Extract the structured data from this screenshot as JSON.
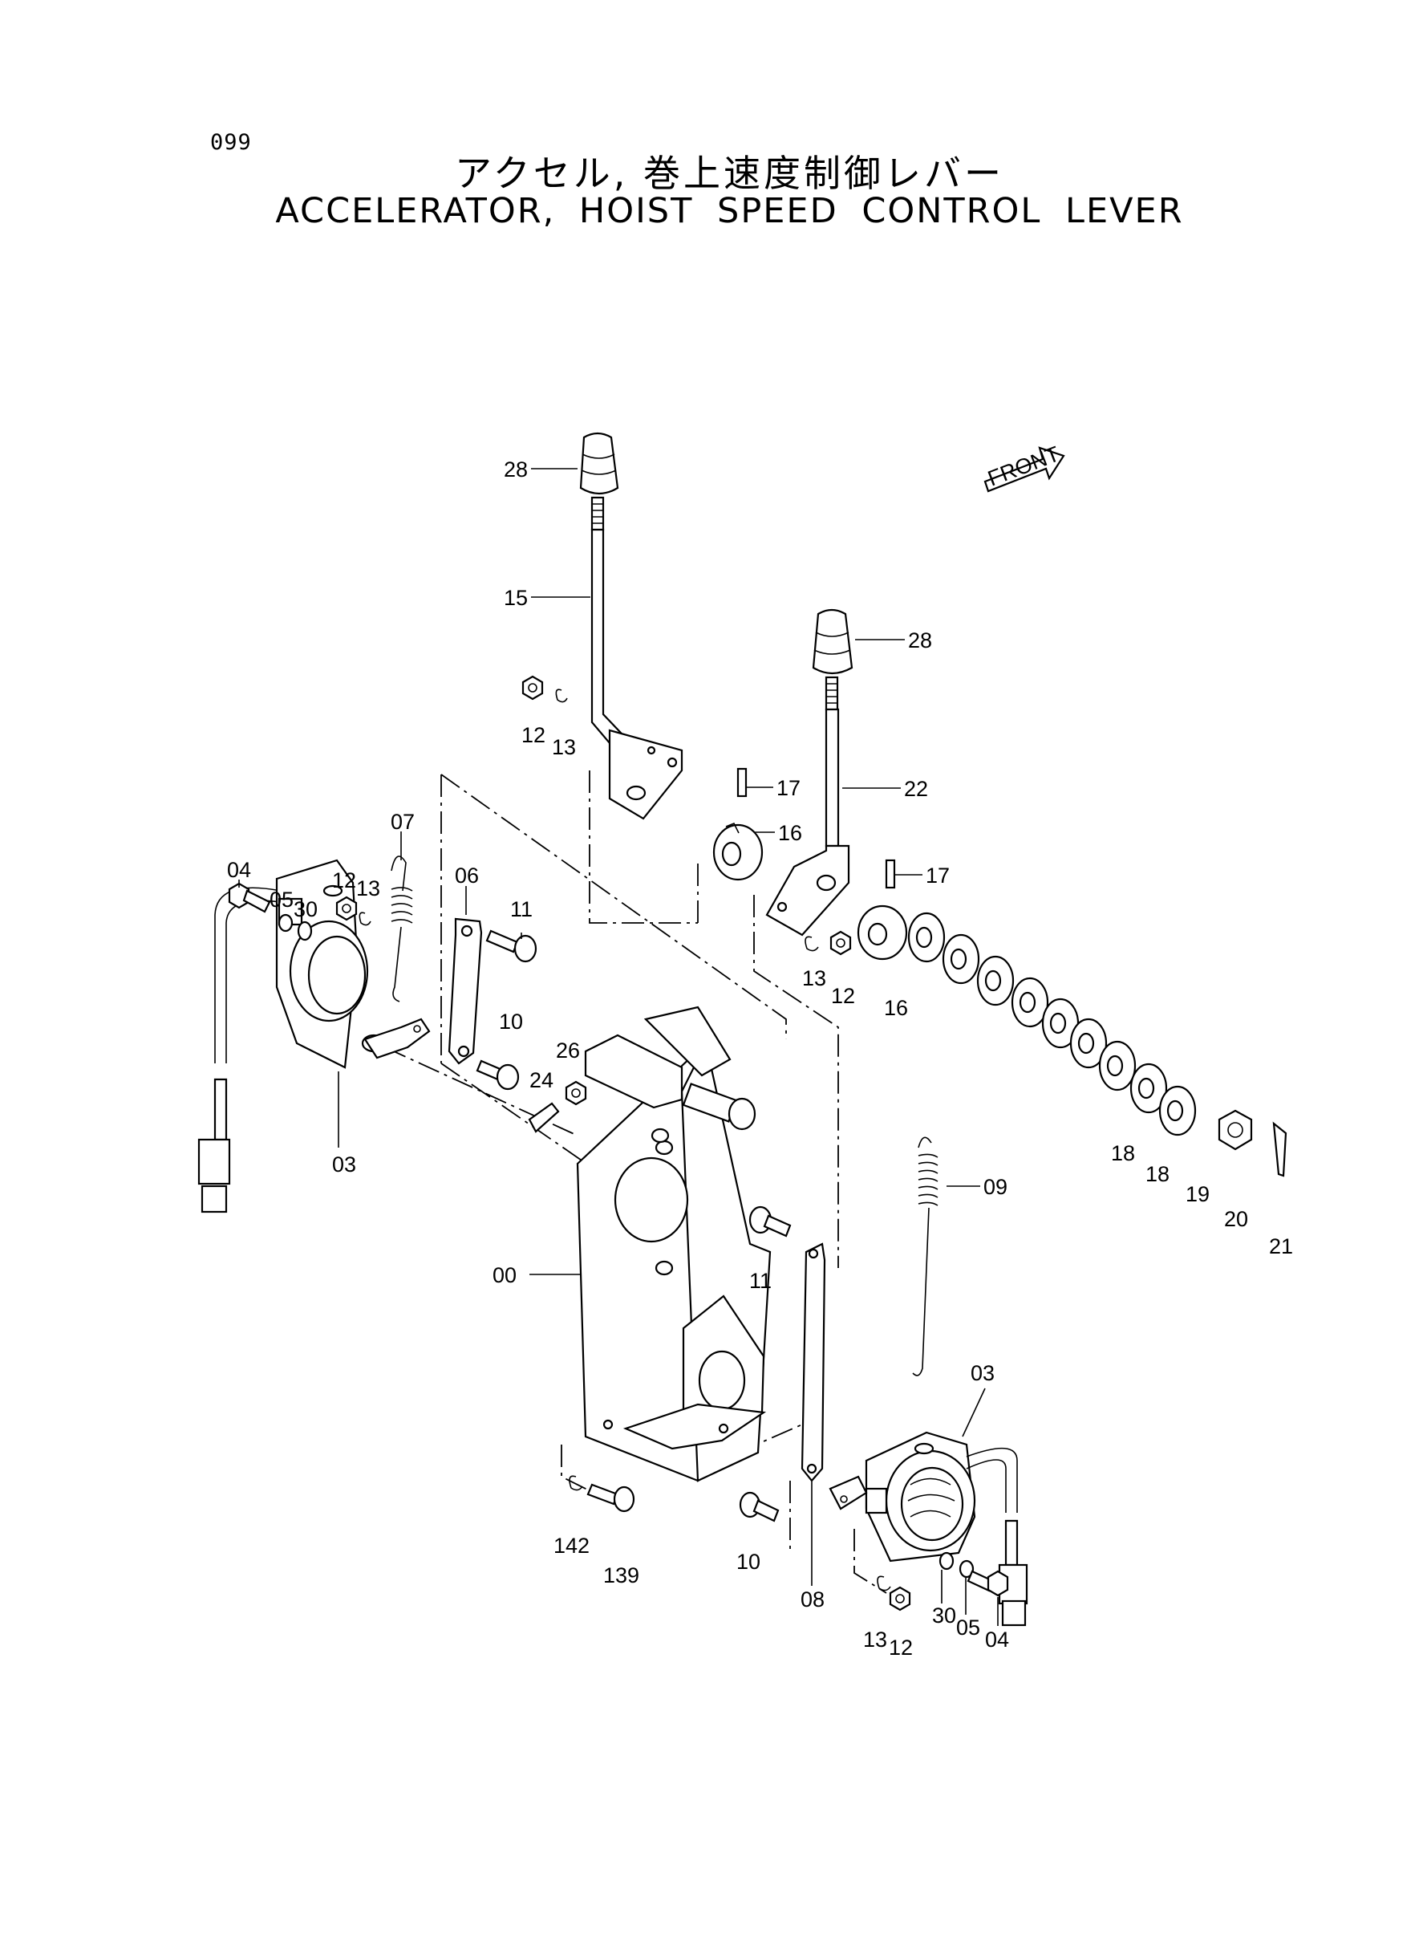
{
  "page_number": "099",
  "title_jp": "アクセル, 巻上速度制御レバー",
  "title_en": "ACCELERATOR, HOIST SPEED CONTROL LEVER",
  "front_label": "FRONT",
  "callouts": [
    "28",
    "15",
    "12",
    "13",
    "28",
    "22",
    "17",
    "16",
    "07",
    "06",
    "04",
    "05",
    "30",
    "12",
    "13",
    "11",
    "17",
    "10",
    "26",
    "24",
    "13",
    "12",
    "16",
    "03",
    "09",
    "18",
    "18",
    "19",
    "20",
    "21",
    "11",
    "00",
    "03",
    "142",
    "139",
    "10",
    "08",
    "13",
    "12",
    "30",
    "05",
    "04"
  ]
}
